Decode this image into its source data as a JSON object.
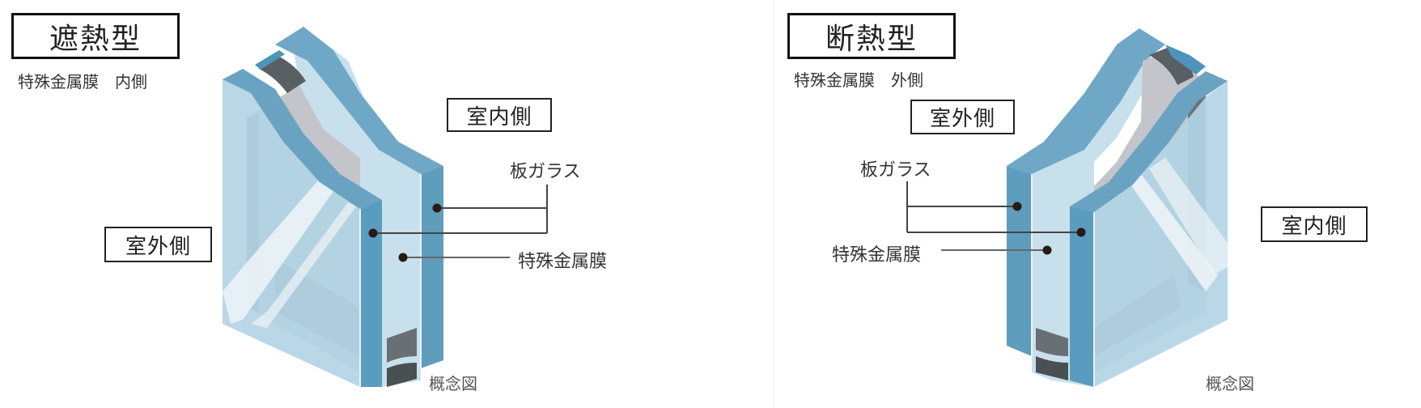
{
  "left_panel": {
    "title": "遮熱型",
    "subtitle": "特殊金属膜　内側",
    "outdoor_label": "室外側",
    "indoor_label": "室内側",
    "glass_label": "板ガラス",
    "film_label": "特殊金属膜",
    "caption": "概念図"
  },
  "right_panel": {
    "title": "断熱型",
    "subtitle": "特殊金属膜　外側",
    "outdoor_label": "室外側",
    "indoor_label": "室内側",
    "glass_label": "板ガラス",
    "film_label": "特殊金属膜",
    "caption": "概念図"
  },
  "colors": {
    "glass_edge": "#6aa3c2",
    "glass_face": "#b9d8e6",
    "glass_face_light": "#d3e7f0",
    "spacer_dark": "#5f6468",
    "spacer_light": "#c5c7cb",
    "leader_dot": "#2a1a14",
    "leader_line": "#444444"
  }
}
